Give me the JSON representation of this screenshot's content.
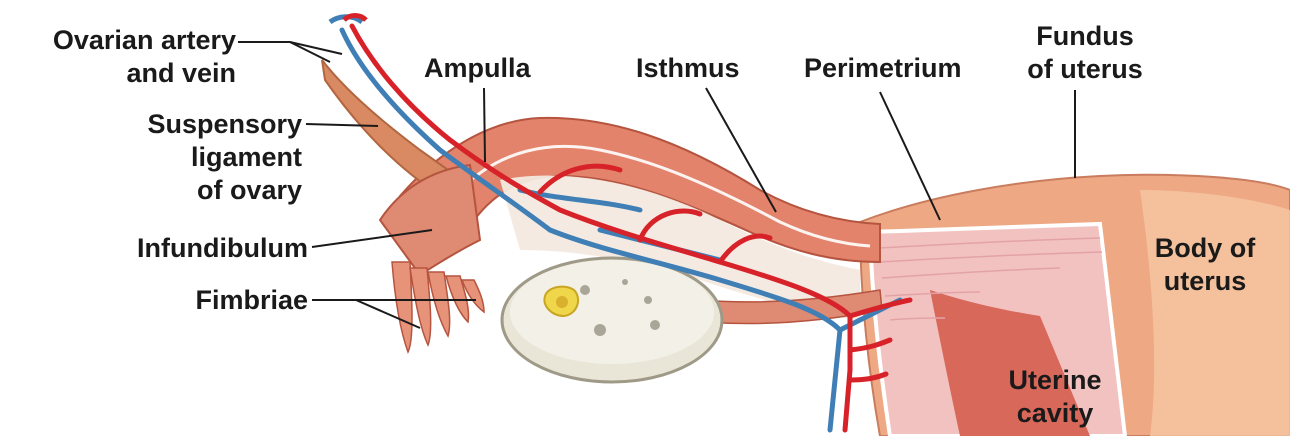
{
  "labels": {
    "ovarian_artery_line1": "Ovarian artery",
    "ovarian_artery_line2": "and vein",
    "suspensory_line1": "Suspensory",
    "suspensory_line2": "ligament",
    "suspensory_line3": "of ovary",
    "infundibulum": "Infundibulum",
    "fimbriae": "Fimbriae",
    "ampulla": "Ampulla",
    "isthmus": "Isthmus",
    "perimetrium": "Perimetrium",
    "fundus_line1": "Fundus",
    "fundus_line2": "of uterus",
    "body_line1": "Body of",
    "body_line2": "uterus",
    "uterine_line1": "Uterine",
    "uterine_line2": "cavity"
  },
  "colors": {
    "tube_tissue": "#e3836b",
    "tube_shadow": "#c8614c",
    "uterus_outer": "#eea884",
    "uterus_highlight": "#f6c7a4",
    "myometrium": "#f2c2c0",
    "cavity": "#d8685a",
    "ovary": "#e9e6d8",
    "artery": "#d8222a",
    "vein": "#3f7fb5",
    "leader_line": "#1a1a1a"
  }
}
